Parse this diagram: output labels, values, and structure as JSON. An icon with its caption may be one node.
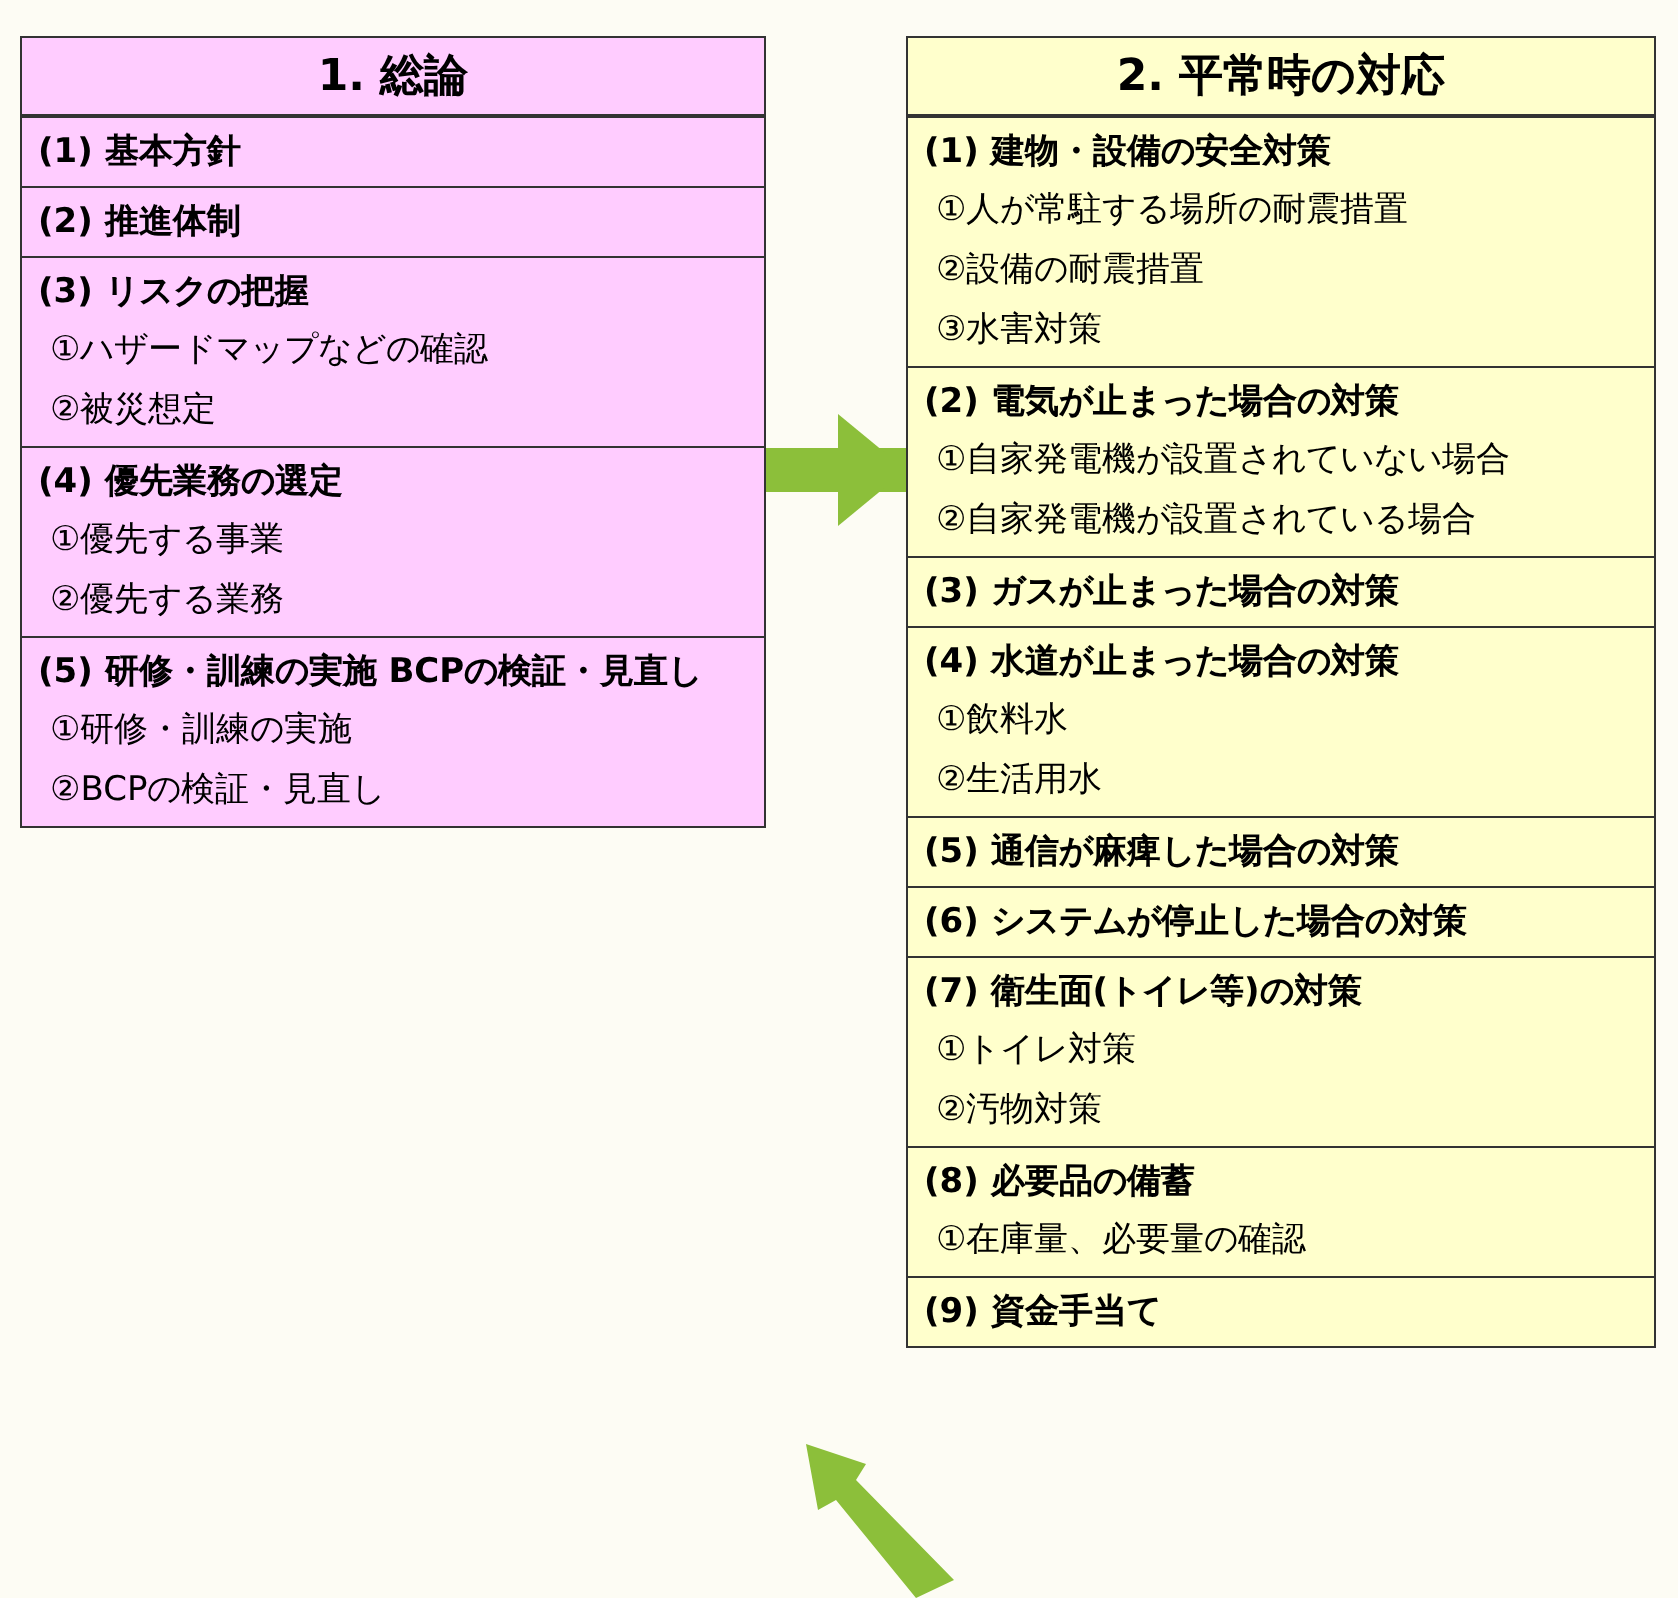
{
  "diagram": {
    "nodes": [
      {
        "text": [
          "1. 総論"
        ]
      },
      {
        "text": [
          "(1) 基本方針"
        ],
        "in": 0
      },
      {
        "text": [
          "(2) 推進体制"
        ],
        "in": 0
      },
      {
        "text": [
          "(3) リスクの把握",
          "①ハザードマップなどの確認",
          "②被災想定"
        ],
        "in": 0
      },
      {
        "text": [
          "(4) 優先業務の選定",
          "①優先する事業",
          "②優先する業務"
        ],
        "in": 0
      },
      {
        "text": [
          "(5) 研修・訓練の実施 BCPの検証・見直し",
          "①研修・訓練の実施",
          "②BCPの検証・見直し"
        ],
        "in": 0
      },
      {
        "text": [
          "2. 平常時の対応"
        ]
      },
      {
        "text": [
          "(1) 建物・設備の安全対策",
          "①人が常駐する場所の耐震措置",
          "②設備の耐震措置",
          "③水害対策"
        ],
        "in": 6
      },
      {
        "text": [
          "(2) 電気が止まった場合の対策",
          "①自家発電機が設置されていない場合",
          "②自家発電機が設置されている場合"
        ],
        "in": 6
      },
      {
        "text": [
          "(3) ガスが止まった場合の対策"
        ],
        "in": 6
      },
      {
        "text": [
          "(4) 水道が止まった場合の対策",
          "①飲料水",
          "②生活用水"
        ],
        "in": 6
      },
      {
        "text": [
          "(5) 通信が麻痺した場合の対策"
        ],
        "in": 6
      },
      {
        "text": [
          "(6) システムが停止した場合の対策"
        ],
        "in": 6
      },
      {
        "text": [
          "(7) 衛生面(トイレ等)の対策",
          "①トイレ対策",
          "②汚物対策"
        ],
        "in": 6
      },
      {
        "text": [
          "(8) 必要品の備蓄",
          "①在庫量、必要量の確認"
        ],
        "in": 6
      },
      {
        "text": [
          "(9) 資金手当て"
        ],
        "in": 6
      }
    ],
    "edges": [
      {
        "from": 0,
        "to": 6,
        "arrow": "to"
      }
    ]
  }
}
